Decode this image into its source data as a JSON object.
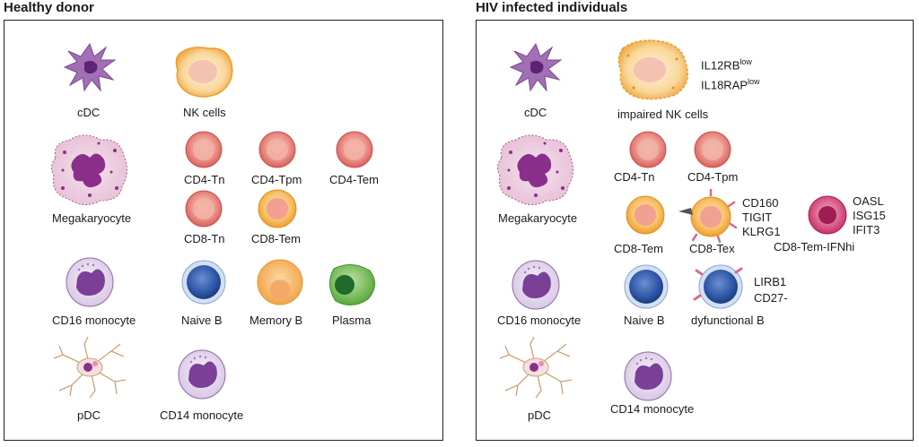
{
  "healthy": {
    "title": "Healthy donor",
    "labels": {
      "cdc": "cDC",
      "nk": "NK cells",
      "mega": "Megakaryocyte",
      "cd4tn": "CD4-Tn",
      "cd4tpm": "CD4-Tpm",
      "cd4tem": "CD4-Tem",
      "cd8tn": "CD8-Tn",
      "cd8tem": "CD8-Tem",
      "cd16": "CD16 monocyte",
      "naiveb": "Naive B",
      "memoryb": "Memory B",
      "plasma": "Plasma",
      "pdc": "pDC",
      "cd14": "CD14 monocyte"
    }
  },
  "hiv": {
    "title": "HIV infected individuals",
    "labels": {
      "cdc": "cDC",
      "nk": "impaired NK cells",
      "mega": "Megakaryocyte",
      "cd4tn": "CD4-Tn",
      "cd4tpm": "CD4-Tpm",
      "cd8tem": "CD8-Tem",
      "cd8tex": "CD8-Tex",
      "cd8temifn": "CD8-Tem-IFNhi",
      "cd16": "CD16 monocyte",
      "naiveb": "Naive B",
      "dysb": "dyfunctional B",
      "pdc": "pDC",
      "cd14": "CD14 monocyte"
    },
    "markers": {
      "nk_1": "IL12RB",
      "nk_1_sup": "low",
      "nk_2": "IL18RAP",
      "nk_2_sup": "low",
      "tex_1": "CD160",
      "tex_2": "TIGIT",
      "tex_3": "KLRG1",
      "ifn_1": "OASL",
      "ifn_2": "ISG15",
      "ifn_3": "IFIT3",
      "b_1": "LIRB1",
      "b_2": "CD27-"
    }
  },
  "colors": {
    "tcell_fill": "#e9837f",
    "tcell_core": "#f4bdb2",
    "tem_fill": "#f7b75a",
    "tem_core": "#fbd9a4",
    "bcell_fill": "#2f5aa8",
    "bcell_ring": "#c9d8ef",
    "mono_fill": "#e7dcf0",
    "mono_nucleus": "#7a3f96",
    "plasma_fill": "#66b64c",
    "dc_fill": "#a16fb3"
  }
}
